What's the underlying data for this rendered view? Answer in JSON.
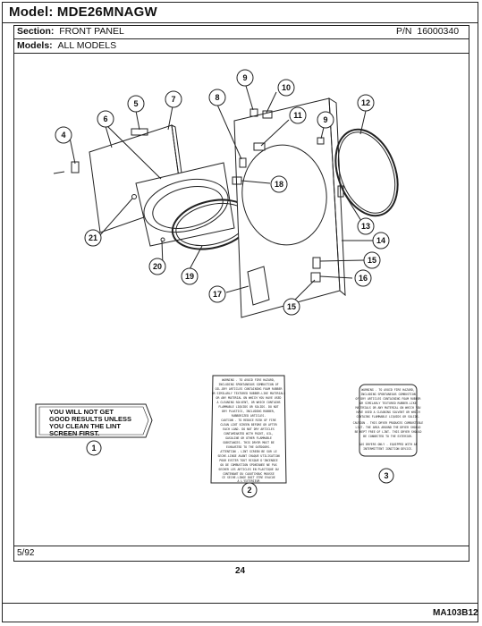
{
  "header": {
    "model_label": "Model:",
    "model_value": "MDE26MNAGW",
    "section_label": "Section:",
    "section_value": "FRONT PANEL",
    "pn_label": "P/N",
    "pn_value": "16000340",
    "models_label": "Models:",
    "models_value": "ALL MODELS"
  },
  "callouts": [
    "1",
    "2",
    "3",
    "4",
    "5",
    "6",
    "7",
    "8",
    "9",
    "9",
    "10",
    "11",
    "12",
    "13",
    "14",
    "15",
    "15",
    "16",
    "17",
    "18",
    "19",
    "20",
    "21"
  ],
  "label_1": {
    "lines": [
      "YOU WILL NOT GET",
      "GOOD RESULTS UNLESS",
      "YOU CLEAN THE LINT",
      "SCREEN FIRST."
    ]
  },
  "label_2": {
    "lines": [
      "WARNING - TO AVOID FIRE HAZARD,",
      "INCLUDING SPONTANEOUS COMBUSTION OF",
      "OIL-DRY ARTICLES CONTAINING FOAM RUBBER",
      "OR SIMILARLY TEXTURED RUBBER-LIKE MATERIALS",
      "OR ANY MATERIAL ON WHICH YOU HAVE USED",
      "A CLEANING SOLVENT, OR WHICH CONTAINS",
      "FLAMMABLE LIQUIDS OR SOLIDS. DO NOT",
      "DRY PLASTICS, INCLUDING RUBBER,",
      "RUBBERIZED ARTICLES.",
      "CAUTION - TO REDUCE RISK OF FIRE",
      "CLEAN LINT SCREEN BEFORE OR AFTER",
      "EACH LOAD. DO NOT DRY ARTICLES",
      "CONTAMINATED WITH PAINT, OIL,",
      "GASOLINE OR OTHER FLAMMABLE",
      "SUBSTANCES. THIS DRYER MUST BE",
      "EXHAUSTED TO THE OUTDOORS.",
      "ATTENTION - LINT SCREEN BE SUR LE",
      "SECHE-LINGE AVANT CHAQUE UTILISATION",
      "POUR EVITER TOUT RISQUE D'INCENDIE",
      "OU DE COMBUSTION SPONTANEE NE PAS",
      "SECHER LES ARTICLES EN PLASTIQUE OU",
      "CONTENANT DU CAOUTCHOUC MOUSSE",
      "CE SECHE-LINGE DOIT ETRE EVACUE",
      "A L'EXTERIEUR"
    ]
  },
  "label_3": {
    "lines": [
      "WARNING - TO AVOID FIRE HAZARD,",
      "INCLUDING SPONTANEOUS COMBUSTION",
      "OF DRY ARTICLES CONTAINING FOAM RUBBER",
      "OR SIMILARLY TEXTURED RUBBER-LIKE",
      "MATERIALS OR ANY MATERIAL ON WHICH YOU",
      "HAVE USED A CLEANING SOLVENT OR WHICH",
      "CONTAINS FLAMMABLE LIQUIDS OR SOLIDS.",
      "CAUTION - THIS DRYER PRODUCES COMBUSTIBLE",
      "LINT. THE AREA AROUND THE DRYER SHOULD",
      "BE KEPT FREE OF LINT. THIS DRYER SHOULD",
      "BE CONNECTED TO THE EXTERIOR.",
      "GAS DRYERS ONLY - EQUIPPED WITH AN",
      "INTERMITTENT IGNITION DEVICE."
    ]
  },
  "footer": {
    "date": "5/92",
    "page": "24",
    "docref": "MA103B12"
  }
}
